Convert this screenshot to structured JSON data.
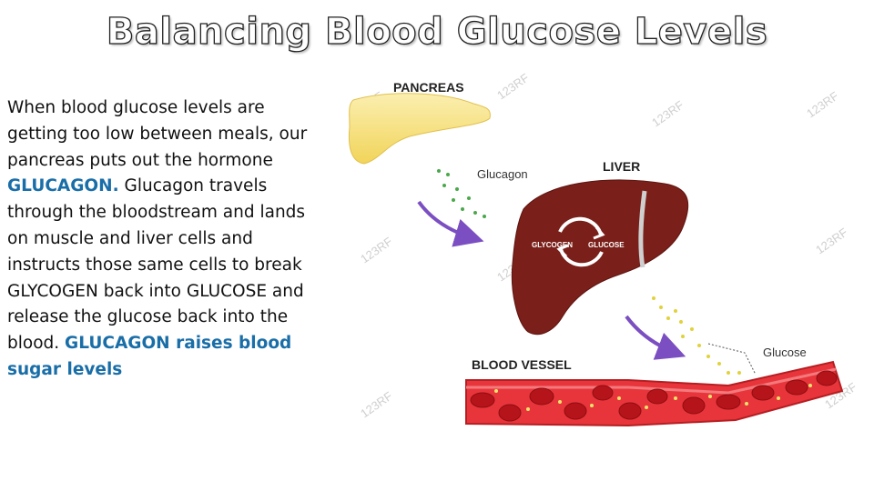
{
  "slide": {
    "title": "Balancing Blood Glucose Levels",
    "body": {
      "intro": "When blood glucose levels are getting too low between meals, our pancreas puts out the hormone ",
      "hormone": "GLUCAGON.",
      "detail": " Glucagon travels through the bloodstream and lands on muscle and liver cells and instructs those same cells to break GLYCOGEN back into GLUCOSE and release the glucose back into the blood. ",
      "conclusion": "GLUCAGON raises blood sugar levels"
    }
  },
  "diagram": {
    "labels": {
      "pancreas": "PANCREAS",
      "liver": "LIVER",
      "blood_vessel": "BLOOD VESSEL",
      "glucagon": "Glucagon",
      "glucose": "Glucose",
      "glycogen_cycle": "GLYCOGEN",
      "glucose_cycle": "GLUCOSE"
    },
    "watermark": "123RF",
    "colors": {
      "pancreas": "#f6df7c",
      "liver": "#7a1f19",
      "blood_vessel": "#e8353b",
      "arrow": "#7b4fc2",
      "glucagon_dots": "#4aa84a",
      "glucose_dots": "#e0d23a",
      "highlight_text": "#1a6ea8"
    }
  }
}
